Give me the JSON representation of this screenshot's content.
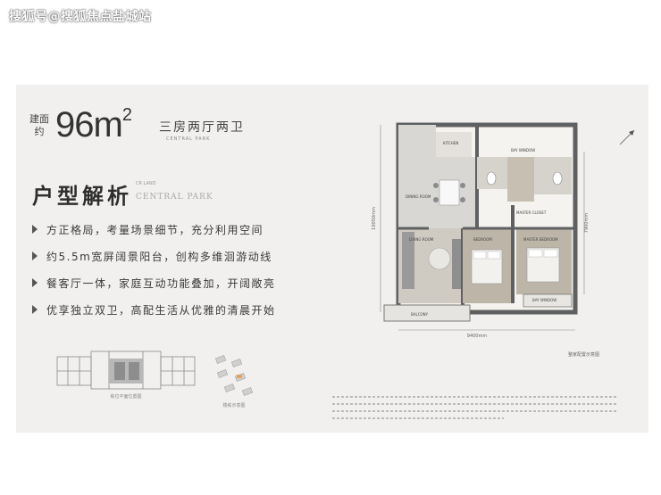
{
  "watermark": "搜狐号@搜狐焦点盐城站",
  "header": {
    "area_prefix_line1": "建面",
    "area_prefix_line2": "约",
    "area_number": "96m",
    "area_sup": "2",
    "layout_type": "三房两厅两卫",
    "layout_sub": "CENTRAL PARK"
  },
  "section": {
    "title": "户型解析",
    "brand_small": "CR LAND",
    "brand_big": "CENTRAL PARK"
  },
  "features": [
    "方正格局，考量场景细节，充分利用空间",
    "约5.5m宽屏阔景阳台，创构多维洄游动线",
    "餐客厅一体，家庭互动功能叠加，开阔敞亮",
    "优享独立双卫，高配生活从优雅的清晨开始"
  ],
  "floorplan": {
    "width_dim": "9400mm",
    "height_dim_left": "10050mm",
    "height_dim_right": "7900mm",
    "rooms": {
      "kitchen": "KITCHEN",
      "dining": "DINING ROOM",
      "living": "LIVING ROOM",
      "balcony": "BALCONY",
      "bedroom": "BEDROOM",
      "master": "MASTER BEDROOM",
      "bay_window_top": "BAY WINDOW",
      "bay_window_bottom": "BAY WINDOW",
      "master_closet": "MASTER CLOSET"
    },
    "caption": "整家配置示意图"
  },
  "mini_plan_caption": "栋位平面位置图",
  "site_caption": "楼栋示意图",
  "colors": {
    "card_bg": "#f1f0ee",
    "wall": "#5f6062",
    "floor_wood": "#bdb5a8",
    "tile": "#d9d7d3",
    "accent_orange": "#e8a25a"
  }
}
